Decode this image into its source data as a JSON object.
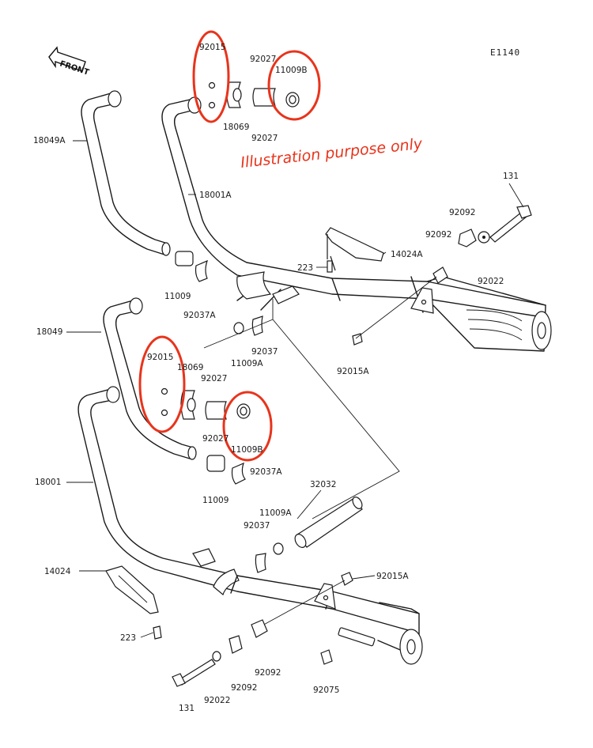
{
  "diagram_code": "E1140",
  "orientation_label": "FRONT",
  "annotation_note": "Illustration purpose only",
  "colors": {
    "highlight": "#e8341c",
    "line": "#1a1a1a",
    "background": "#ffffff"
  },
  "part_labels": {
    "p92015_top": "92015",
    "p92027_top_a": "92027",
    "p11009B_top": "11009B",
    "p18069_top": "18069",
    "p92027_top_b": "92027",
    "p18049A": "18049A",
    "p18001A": "18001A",
    "p131_top": "131",
    "p92092_top_a": "92092",
    "p92092_top_b": "92092",
    "p14024A": "14024A",
    "p223_top": "223",
    "p92022_top": "92022",
    "p11009_top": "11009",
    "p92037A_top": "92037A",
    "p18049": "18049",
    "p11009A_top": "11009A",
    "p92037_top": "92037",
    "p92015A_top": "92015A",
    "p92015_mid": "92015",
    "p18069_mid": "18069",
    "p92027_mid_a": "92027",
    "p92027_mid_b": "92027",
    "p11009B_mid": "11009B",
    "p18001": "18001",
    "p92037A_mid": "92037A",
    "p11009_mid": "11009",
    "p32032": "32032",
    "p11009A_mid": "11009A",
    "p92037_mid": "92037",
    "p14024": "14024",
    "p92015A_bot": "92015A",
    "p223_bot": "223",
    "p92092_bot_a": "92092",
    "p92092_bot_b": "92092",
    "p92075": "92075",
    "p131_bot": "131",
    "p92022_bot": "92022"
  }
}
